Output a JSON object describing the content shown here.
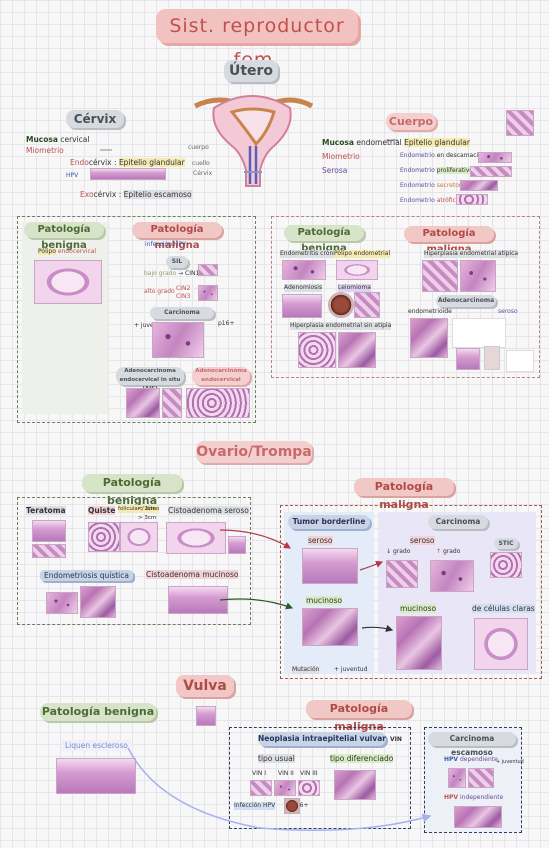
{
  "title": "Sist. reproductor fem.",
  "utero": {
    "title": "Útero",
    "label_cuerpo": "cuerpo",
    "label_cuello": "cuello",
    "label_cervix": "Cérvix"
  },
  "cervix": {
    "title": "Cérvix",
    "mucosa": "Mucosa",
    "mucosa_suffix": "cervical",
    "miometrio": "Miometrio",
    "endocervix_prefix": "Endo",
    "endocervix_suffix": "cérvix :",
    "endocervix_epithelium": "Epitelio glandular",
    "hpv": "HPV",
    "exocervix_prefix": "Exo",
    "exocervix_suffix": "cérvix :",
    "exocervix_epithelium": "Epitelio escamoso"
  },
  "cuerpo": {
    "title": "Cuerpo",
    "mucosa": "Mucosa",
    "mucosa_suffix": "endometrial",
    "epitelio": "Epitelio glandular",
    "miometrio": "Miometrio",
    "serosa": "Serosa",
    "endometrio_items": [
      {
        "prefix": "Endometrio",
        "word": "en descamación"
      },
      {
        "prefix": "Endometrio",
        "word": "proliferativo"
      },
      {
        "prefix": "Endometrio",
        "word": "secretor"
      },
      {
        "prefix": "Endometrio",
        "word": "atrófico"
      }
    ]
  },
  "cervix_pathology": {
    "benigna_title": "Patología benigna",
    "maligna_title": "Patología maligna",
    "polipo_prefix": "Pólipo",
    "polipo_word": "endocervical",
    "hpv_line": "infección HPV",
    "sil": "SIL",
    "bajo_grado": "bajo grado",
    "cin1": "CIN1",
    "alto_grado": "alto grado",
    "cin2": "CIN2",
    "cin3": "CIN3",
    "carcinoma_escamoso": "Carcinoma escamoso",
    "p16": "p16+",
    "juventud": "+ juventud",
    "adeno_insitu": "Adenocarcinoma endocervical in situ (AIS)",
    "adeno": "Adenocarcinoma endocervical"
  },
  "body_pathology": {
    "benigna_title": "Patología benigna",
    "maligna_title": "Patología maligna",
    "endometritis": "Endometritis crónica",
    "polipo": "Pólipo endometrial",
    "adenomiosis": "Adenomiosis",
    "leiomioma": "Leiomioma",
    "hiperplasia_sin": "Hiperplasia endometrial sin atipia",
    "hiperplasia_con": "Hiperplasia endometrial atípica",
    "adenocarcinoma": "Adenocarcinoma",
    "endometrioide": "endometrioide",
    "seroso": "seroso"
  },
  "ovario": {
    "title": "Ovario/Trompa",
    "benigna_title": "Patología benigna",
    "maligna_title": "Patología maligna",
    "teratoma": "Teratoma",
    "quiste": "Quiste",
    "quiste_tipos": "folicular / lúteo",
    "quiste_sizes": [
      "< 2cm",
      "> 3cm"
    ],
    "cistoadenoma_seroso": "Cistoadenoma seroso",
    "endometriosis": "Endometriosis quística",
    "cistoadenoma_mucinoso": "Cistoadenoma mucinoso",
    "borderline_title": "Tumor borderline",
    "seroso": "seroso",
    "mucinoso": "mucinoso",
    "carcinoma_title": "Carcinoma",
    "carcinoma_seroso": "seroso",
    "bajo_grado": "grado",
    "alto_grado": "grado",
    "stic": "STIC",
    "carcinoma_mucinoso": "mucinoso",
    "celulas_claras": "de células claras",
    "mutacion": "Mutación",
    "juventud": "+ juventud"
  },
  "vulva": {
    "title": "Vulva",
    "benigna_title": "Patología benigna",
    "maligna_title": "Patología maligna",
    "liquen": "Liquen escleroso",
    "vin_title": "Neoplasia intraepitelial vulvar",
    "vin": "VIN",
    "tipo_usual": "tipo usual",
    "tipo_diferenciado": "tipo diferenciado",
    "vin_grades": [
      "VIN I",
      "VIN II",
      "VIN III"
    ],
    "p16": "p16+",
    "infeccion": "Infección HPV",
    "carcinoma_title": "Carcinoma escamoso",
    "hpv_dep": "HPV",
    "hpv_dep_word": "dependiente",
    "hpv_ind": "HPV",
    "hpv_ind_word": "independiente",
    "juventud": "+ juventud"
  },
  "colors": {
    "accent": "#c0504d",
    "green": "#4c6b35",
    "navy": "#25365a"
  }
}
